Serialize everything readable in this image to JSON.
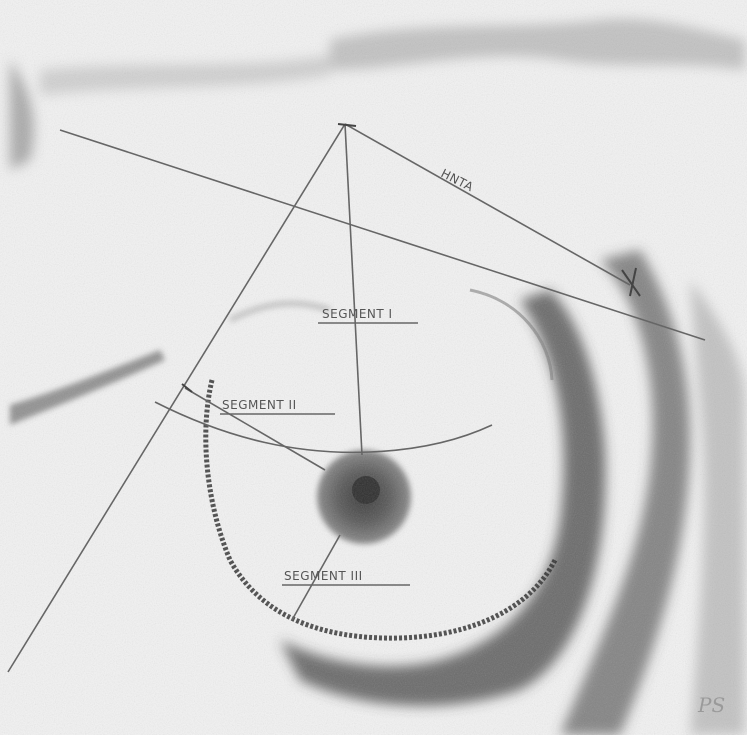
{
  "labels": {
    "hnta": "HNTA",
    "segment_1": "SEGMENT I",
    "segment_2": "SEGMENT II",
    "segment_3": "SEGMENT III"
  },
  "colors": {
    "paper": "#f4f4f4",
    "graphite_dark": "#2a2a2a",
    "graphite_mid": "#6e6e6e",
    "graphite_light": "#bdbdbd",
    "line": "#666666"
  },
  "signature": "PS"
}
